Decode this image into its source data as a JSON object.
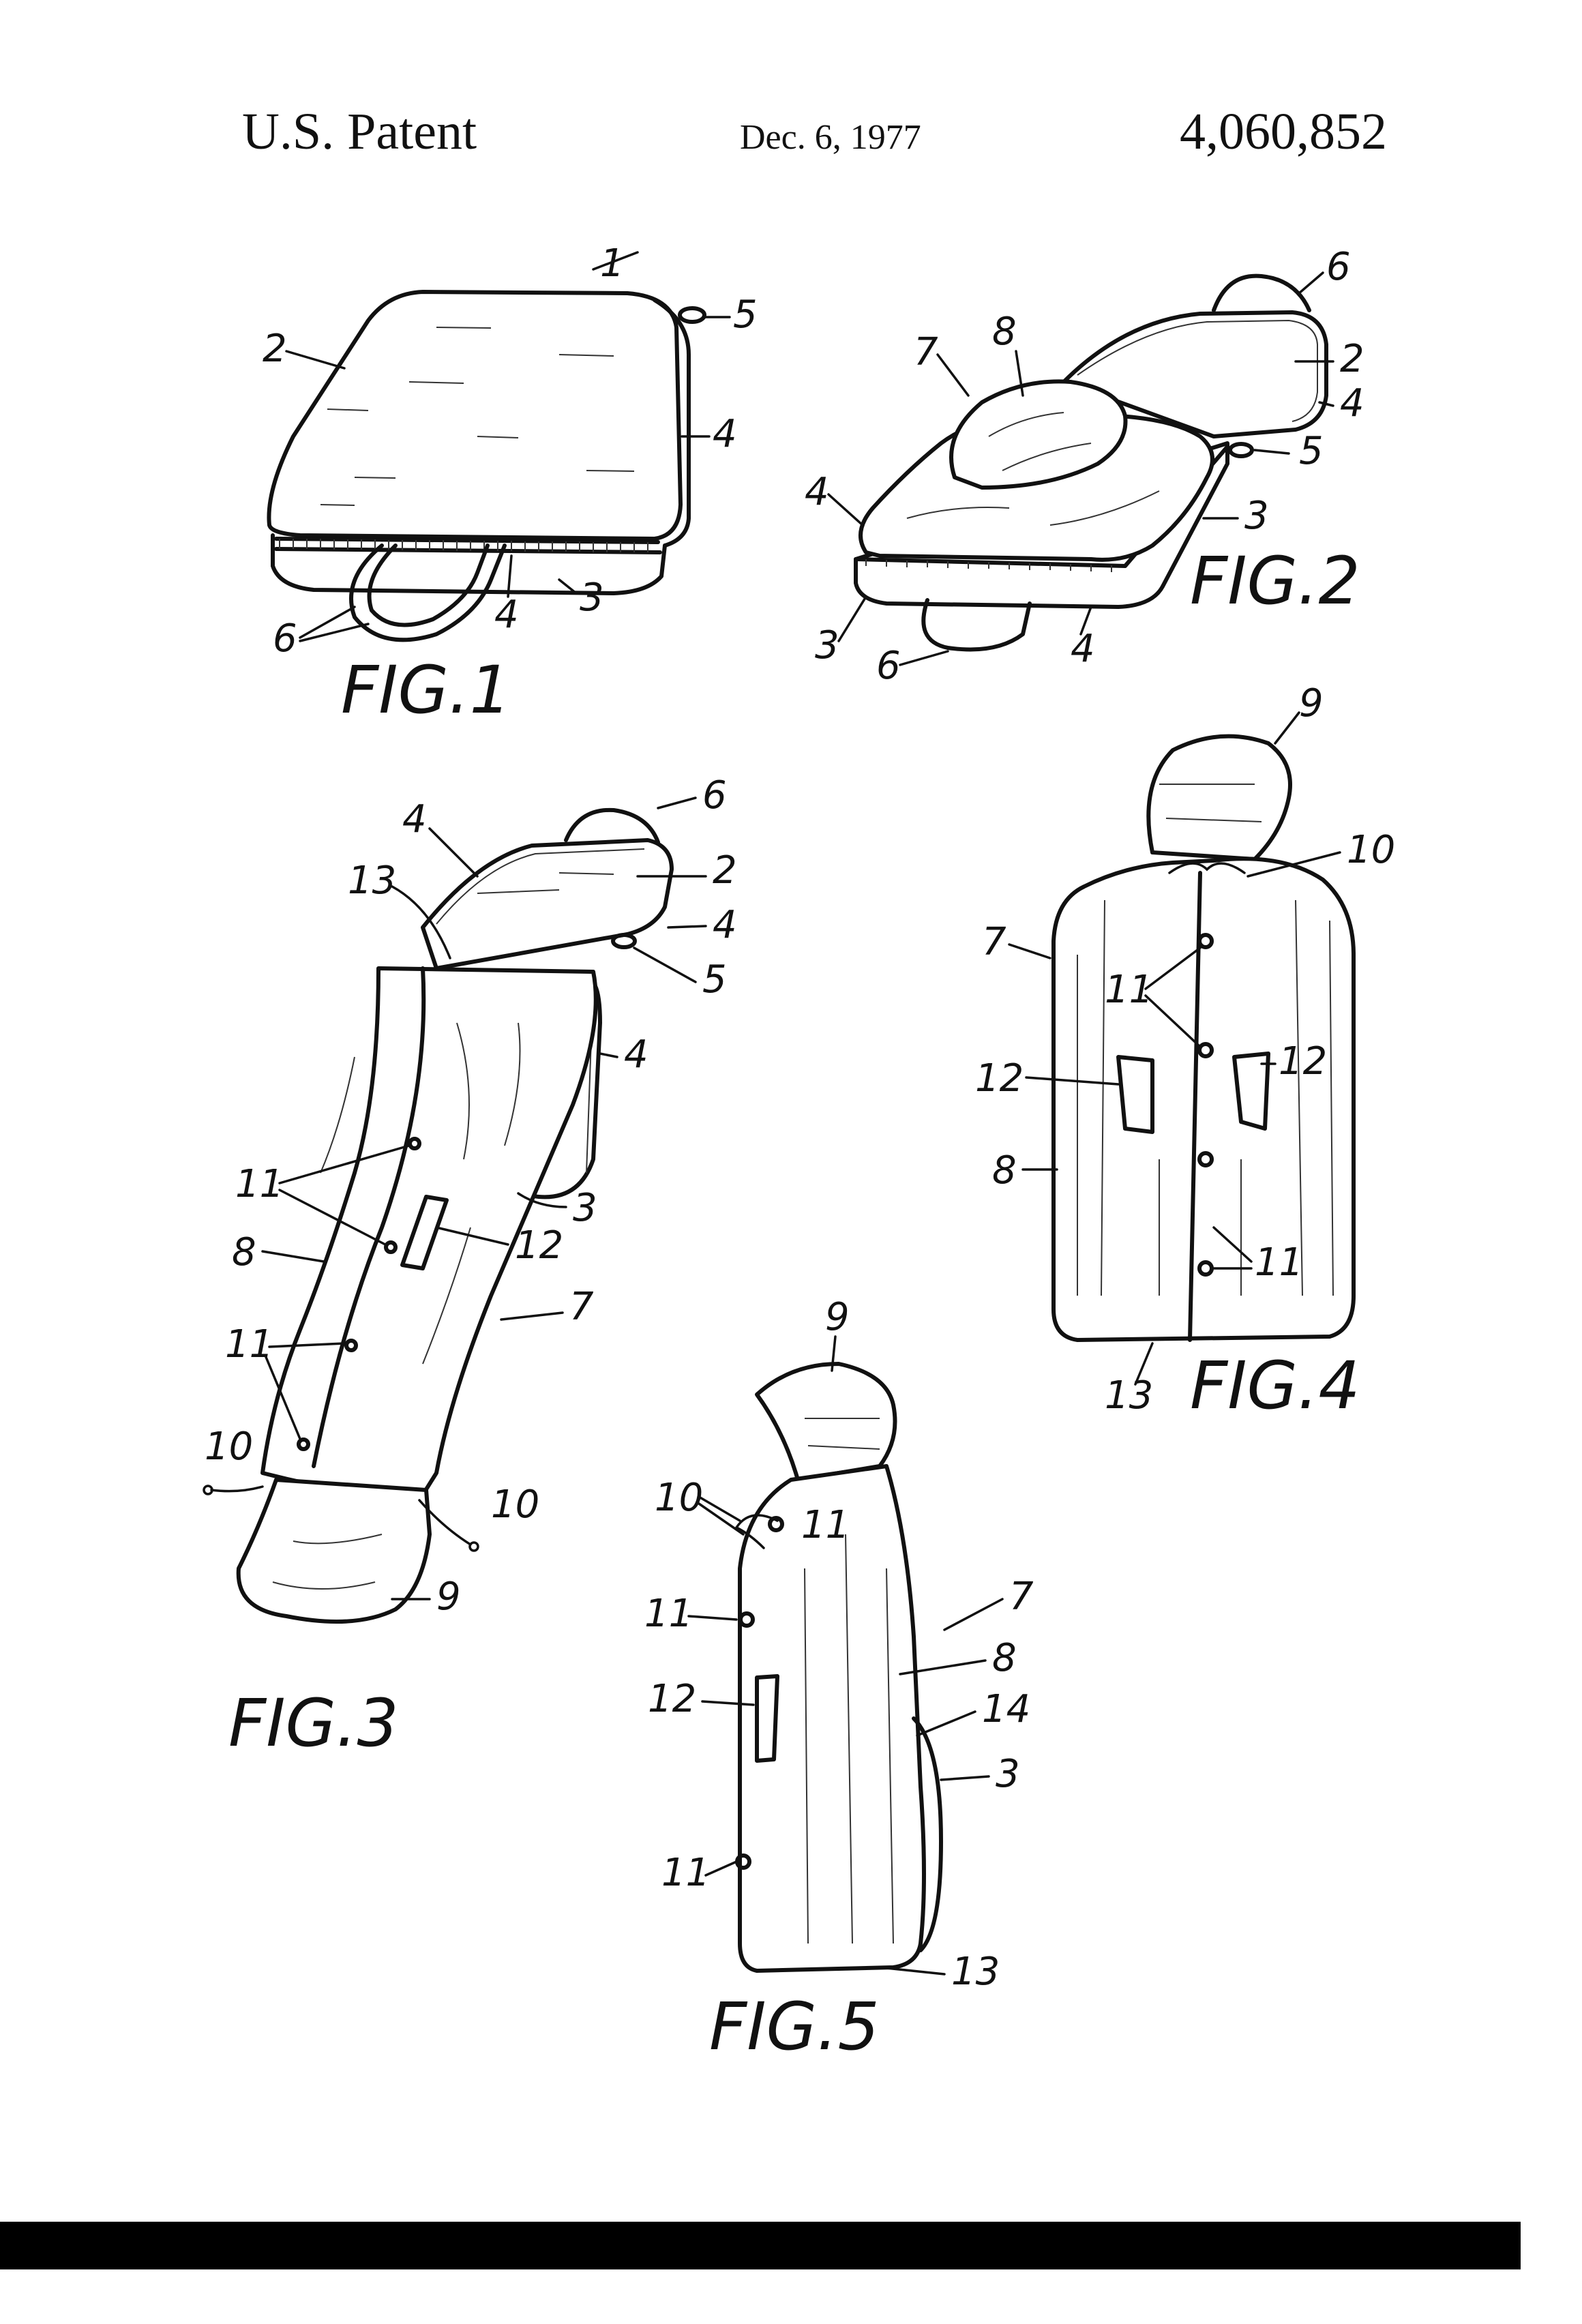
{
  "header": {
    "left": "U.S. Patent",
    "date": "Dec. 6, 1977",
    "number": "4,060,852"
  },
  "figures": {
    "fig1": {
      "caption": "FIG.1",
      "refs": {
        "r1": "1",
        "r2": "2",
        "r5": "5",
        "r4": "4",
        "r6": "6",
        "r4b": "4",
        "r3": "3"
      }
    },
    "fig2": {
      "caption": "FIG.2",
      "refs": {
        "r6": "6",
        "r8": "8",
        "r7": "7",
        "r2": "2",
        "r4a": "4",
        "r5": "5",
        "r4b": "4",
        "r3a": "3",
        "r3b": "3",
        "r6b": "6",
        "r4c": "4"
      }
    },
    "fig3": {
      "caption": "FIG.3",
      "refs": {
        "r4a": "4",
        "r6": "6",
        "r13": "13",
        "r2": "2",
        "r4b": "4",
        "r5": "5",
        "r4c": "4",
        "r11a": "11",
        "r3": "3",
        "r8": "8",
        "r12": "12",
        "r7": "7",
        "r11b": "11",
        "r10a": "10",
        "r10b": "10",
        "r9": "9"
      }
    },
    "fig4": {
      "caption": "FIG.4",
      "refs": {
        "r9": "9",
        "r10": "10",
        "r7": "7",
        "r11a": "11",
        "r12a": "12",
        "r12b": "12",
        "r8": "8",
        "r11b": "11",
        "r13": "13"
      }
    },
    "fig5": {
      "caption": "FIG.5",
      "refs": {
        "r9": "9",
        "r10": "10",
        "r11a": "11",
        "r11b": "11",
        "r7": "7",
        "r8": "8",
        "r12": "12",
        "r14": "14",
        "r3": "3",
        "r11c": "11",
        "r13": "13"
      }
    }
  }
}
